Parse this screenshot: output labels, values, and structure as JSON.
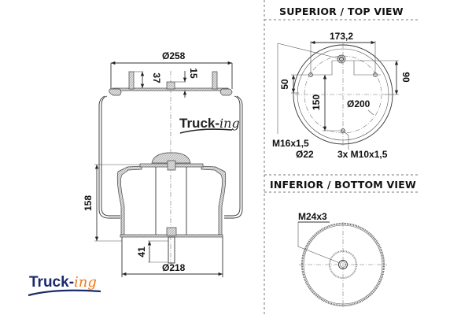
{
  "side_view": {
    "dims": {
      "top_diameter": "Ø258",
      "stud_height": "37",
      "center_depth": "15",
      "height": "158",
      "bottom_stud": "41",
      "bottom_diameter": "Ø218"
    },
    "watermark": {
      "main": "Truck-",
      "suffix": "ing"
    }
  },
  "top_view": {
    "header": "SUPERIOR / TOP VIEW",
    "dims": {
      "stud_spacing": "173,2",
      "offset_left": "50",
      "offset_right": "90",
      "center_to_stud": "150",
      "bolt_circle": "Ø200",
      "air_fitting": "M16x1,5",
      "air_fitting_diameter": "Ø22",
      "studs": "3x M10x1,5"
    }
  },
  "bottom_view": {
    "header": "INFERIOR / BOTTOM VIEW",
    "dims": {
      "bottom_thread": "M24x3"
    }
  },
  "logo": {
    "main": "Truck-",
    "suffix": "ing",
    "colors": {
      "main": "#1b2a6b",
      "suffix": "#f07a1a"
    }
  }
}
